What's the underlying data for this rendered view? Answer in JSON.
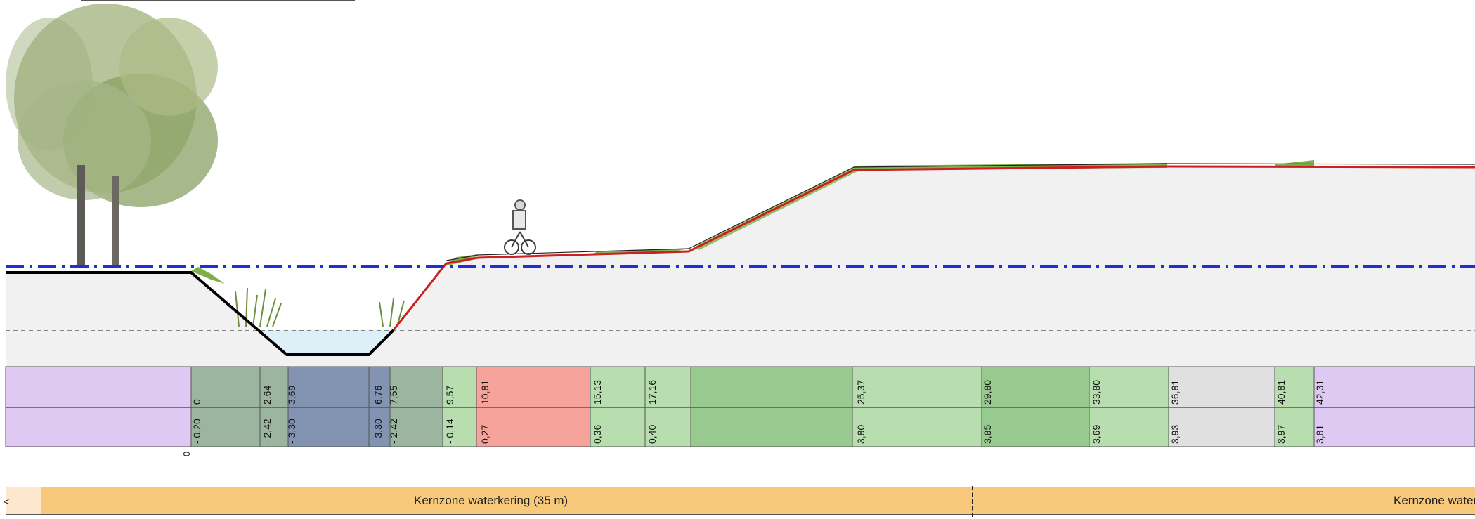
{
  "profile": {
    "distances": [
      "0",
      "2,64",
      "3,69",
      "6,76",
      "7,55",
      "9,57",
      "10,81",
      "15,13",
      "17,16",
      "25,37",
      "29,80",
      "33,80",
      "36,81",
      "40,81",
      "42,31"
    ],
    "heights": [
      "- 0,20",
      "- 2,42",
      "- 3,30",
      "- 3,30",
      "- 2,42",
      "- 0,14",
      "0,27",
      "0,36",
      "0,40",
      "3,80",
      "3,85",
      "3,69",
      "3,93",
      "3,97",
      "3,81"
    ],
    "origin_label": "0",
    "colors": {
      "lilac": "#ddc9f2",
      "grey_green": "#9cb59e",
      "blue_grey": "#8393b2",
      "light_green": "#b8deb0",
      "mid_green": "#98c98f",
      "salmon": "#f6a39c",
      "light_grey": "#e0e0e0",
      "ground_fill": "#f1f1f1",
      "water": "#d9edf6",
      "water_level_line": "#1f2fd6",
      "dike_line": "#cc1f1f",
      "ground_line": "#000000",
      "grass": "#7fae4c"
    }
  },
  "zones": {
    "label_main": "Kernzone waterkering (35 m)",
    "label_next": "Kernzone water",
    "marker": "<"
  },
  "icons": {
    "trees": "tree-icon",
    "cyclist": "cyclist-icon",
    "reeds": "reed-icon"
  }
}
